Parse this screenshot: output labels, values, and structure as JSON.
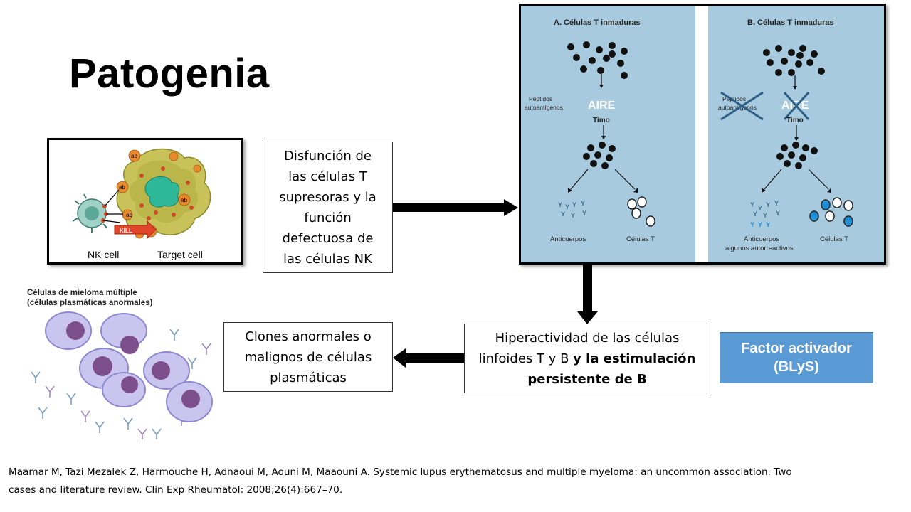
{
  "slide": {
    "title": "Patogenia"
  },
  "nk_figure": {
    "nk_label": "NK cell",
    "target_label": "Target cell",
    "ab_label": "ab",
    "kill_label": "KILL"
  },
  "myeloma_figure": {
    "caption_line1": "Células de mieloma múltiple",
    "caption_line2": "(células plasmáticas anormales)"
  },
  "boxes": {
    "dysfunction": {
      "lines": [
        "Disfunción de",
        "las células T",
        "supresoras y la",
        "función",
        "defectuosa de",
        "las células NK"
      ]
    },
    "hyperactivity": {
      "line1": "Hiperactividad de las células",
      "line2_normal": "linfoides T y B ",
      "line2_bold": "y la estimulación",
      "line3_bold": "persistente de B"
    },
    "clones": {
      "lines": [
        "Clones anormales o",
        "malignos de células",
        "plasmáticas"
      ]
    },
    "factor": {
      "line1": "Factor activador",
      "line2": "(BLyS)"
    }
  },
  "panel": {
    "a_title": "A. Células T inmaduras",
    "b_title": "B. Células T inmaduras",
    "peptides_line1": "Péptidos",
    "peptides_line2": "autoantígenos",
    "aire": "AIRE",
    "timo": "Timo",
    "anticuerpos": "Anticuerpos",
    "celulas_t": "Células T",
    "b_anticuerpos_line1": "Anticuerpos",
    "b_anticuerpos_line2": "algunos autorreactivos",
    "b_celulas_t": "Células T"
  },
  "citation": {
    "line1": "Maamar M, Tazi Mezalek Z, Harmouche H, Adnaoui M, Aouni M, Maaouni A. Systemic lupus erythematosus and multiple myeloma: an uncommon association. Two",
    "line2": "cases and literature review. Clin Exp Rheumatol: 2008;26(4):667–70."
  },
  "colors": {
    "panel_bg": "#a8cade",
    "factor_box": "#5b9bd5",
    "arrow": "#000000",
    "autoreactive_blue": "#1f8fd6"
  }
}
